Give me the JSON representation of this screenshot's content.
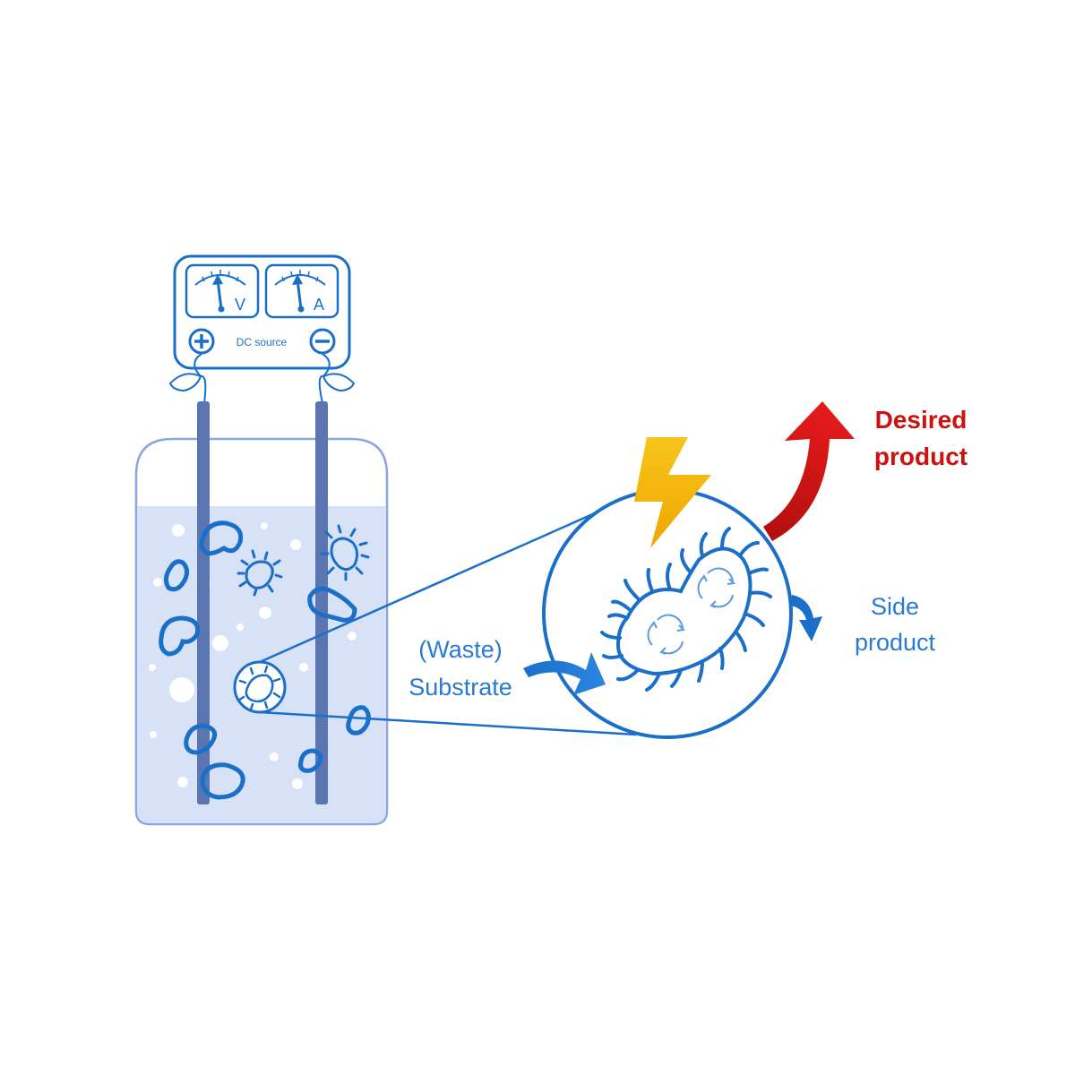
{
  "source": {
    "meter_left_label": "V",
    "meter_right_label": "A",
    "caption": "DC source",
    "plus_symbol": "+",
    "minus_symbol": "−"
  },
  "labels": {
    "substrate_line1": "(Waste)",
    "substrate_line2": "Substrate",
    "desired_line1": "Desired",
    "desired_line2": "product",
    "side_line1": "Side",
    "side_line2": "product"
  },
  "colors": {
    "outline_blue": "#1a6fc9",
    "rod_blue": "#5a75b0",
    "liquid": "#d7e2f7",
    "liquid_border": "#8aa6dc",
    "bolt": "#f5c518",
    "desired_red": "#cc1111",
    "text_blue": "#2a7ad0"
  }
}
